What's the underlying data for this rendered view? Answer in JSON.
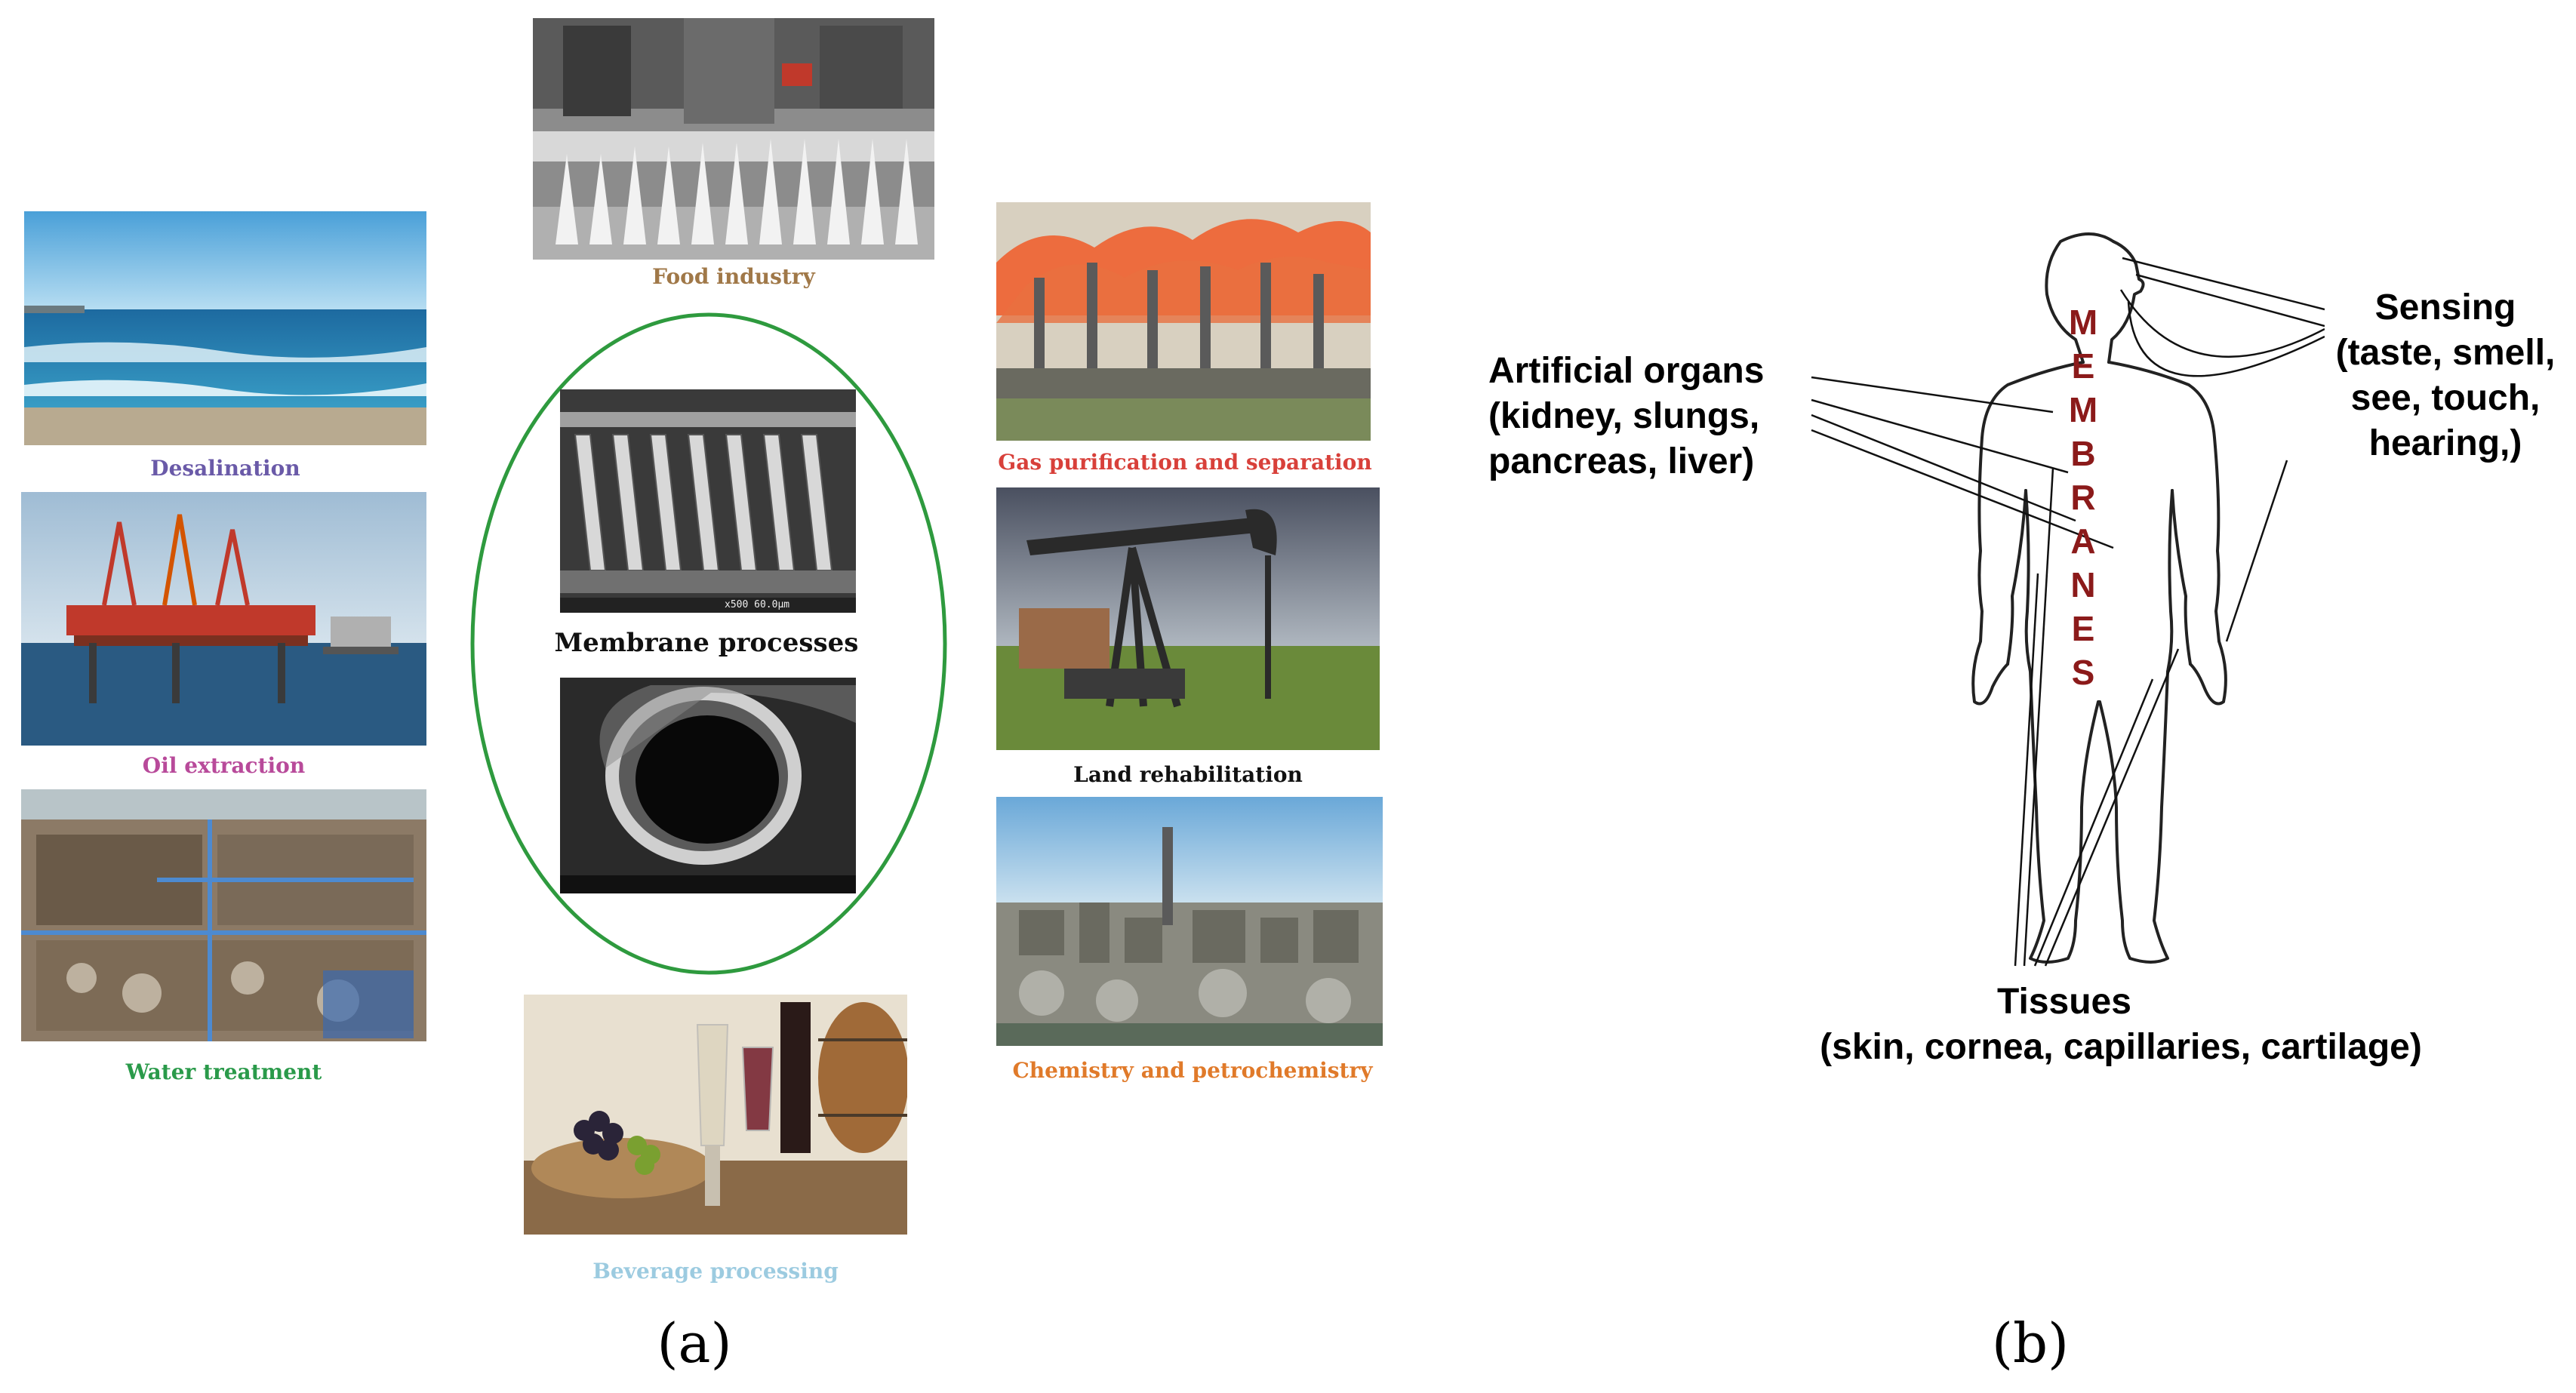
{
  "panel_a": {
    "label": "(a)",
    "center": {
      "caption": "Membrane processes",
      "sem_scale_text": "x500  ‪60.0μm"
    },
    "applications": [
      {
        "caption": "Food industry",
        "color": "#a07848"
      },
      {
        "caption": "Desalination",
        "color": "#6a5aa8"
      },
      {
        "caption": "Oil extraction",
        "color": "#b84a9a"
      },
      {
        "caption": "Water treatment",
        "color": "#2a9a4a"
      },
      {
        "caption": "Gas purification and separation",
        "color": "#d8403a"
      },
      {
        "caption": "Land rehabilitation",
        "color": "#111111"
      },
      {
        "caption": "Chemistry and petrochemistry",
        "color": "#e07a2a"
      },
      {
        "caption": "Beverage processing",
        "color": "#9ccbe0"
      }
    ],
    "ellipse_color": "#2e9a3e"
  },
  "panel_b": {
    "label": "(b)",
    "artificial_organs": [
      "Artificial organs",
      "(kidney, slungs,",
      "pancreas,  liver)"
    ],
    "sensing": [
      "Sensing",
      "(taste, smell,",
      "see, touch,",
      "hearing,)"
    ],
    "tissues": [
      "Tissues",
      "(skin, cornea, capillaries, cartilage)"
    ],
    "membranes_letters": [
      "M",
      "E",
      "M",
      "B",
      "R",
      "A",
      "N",
      "E",
      "S"
    ],
    "membranes_color": "#8b1a1a"
  }
}
